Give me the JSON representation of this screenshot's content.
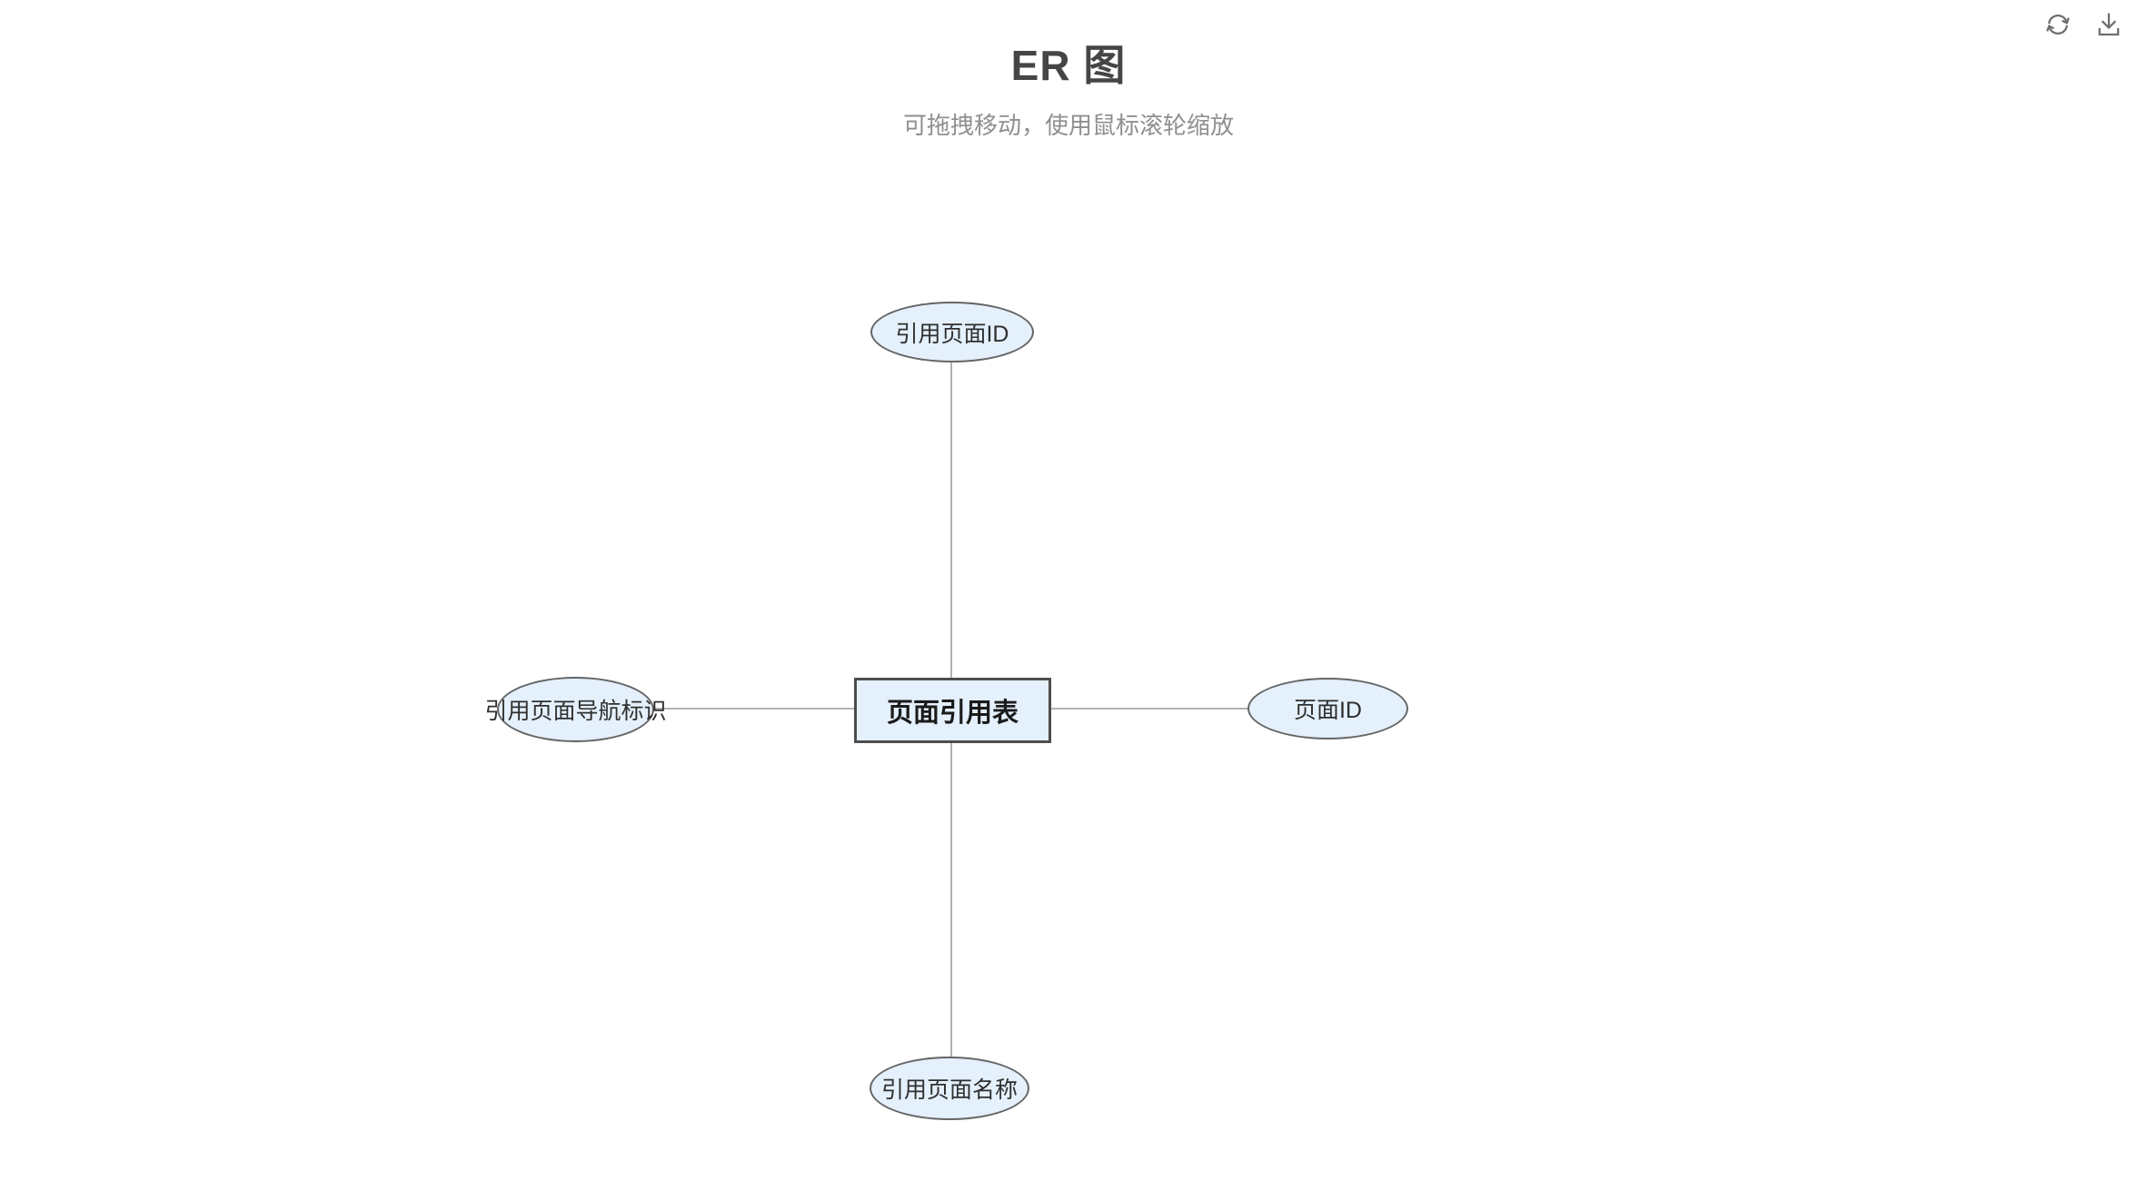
{
  "header": {
    "title": "ER 图",
    "subtitle": "可拖拽移动，使用鼠标滚轮缩放"
  },
  "toolbar": {
    "buttons": [
      {
        "name": "refresh",
        "icon": "refresh-icon"
      },
      {
        "name": "download",
        "icon": "download-icon"
      }
    ]
  },
  "diagram": {
    "type": "er-diagram",
    "entity": {
      "label": "页面引用表",
      "shape": "rectangle"
    },
    "attributes": [
      {
        "label": "引用页面ID",
        "position": "top",
        "shape": "ellipse"
      },
      {
        "label": "引用页面导航标识",
        "position": "left",
        "shape": "ellipse"
      },
      {
        "label": "页面ID",
        "position": "right",
        "shape": "ellipse"
      },
      {
        "label": "引用页面名称",
        "position": "bottom",
        "shape": "ellipse"
      }
    ],
    "connectors": [
      {
        "from": "entity",
        "to": "top"
      },
      {
        "from": "entity",
        "to": "left"
      },
      {
        "from": "entity",
        "to": "right"
      },
      {
        "from": "entity",
        "to": "bottom"
      }
    ],
    "colors": {
      "node_fill": "#e4f0fb",
      "ellipse_border": "#656565",
      "entity_border": "#4d4d4d",
      "connector": "#b2b2b2",
      "title_text": "#454545",
      "subtitle_text": "#8f8f8f",
      "icon": "#6e6e6e"
    }
  }
}
